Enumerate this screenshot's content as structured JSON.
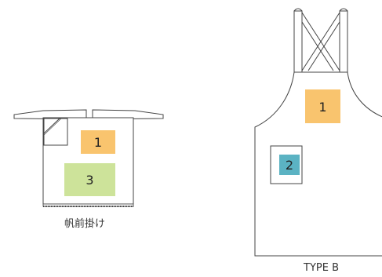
{
  "colors": {
    "outline": "#444444",
    "badge_orange": "#F9C46E",
    "badge_green": "#CDE39A",
    "badge_teal": "#5BB3C3"
  },
  "waist_apron": {
    "caption": "帆前掛け",
    "badge_front": "1",
    "badge_lower": "3"
  },
  "type_b_apron": {
    "caption": "TYPE B",
    "badge_chest": "1",
    "badge_pocket": "2"
  }
}
